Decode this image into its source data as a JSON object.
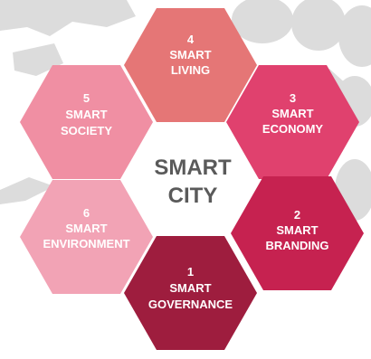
{
  "center": {
    "line1": "SMART",
    "line2": "CITY"
  },
  "hexagons": [
    {
      "number": "4",
      "line1": "SMART",
      "line2": "LIVING",
      "color": "#e57676"
    },
    {
      "number": "3",
      "line1": "SMART",
      "line2": "ECONOMY",
      "color": "#e0416e"
    },
    {
      "number": "2",
      "line1": "SMART",
      "line2": "BRANDING",
      "color": "#c62250"
    },
    {
      "number": "1",
      "line1": "SMART",
      "line2": "GOVERNANCE",
      "color": "#9e1d3e"
    },
    {
      "number": "6",
      "line1": "SMART",
      "line2": "ENVIRONMENT",
      "color": "#f2a3b5"
    },
    {
      "number": "5",
      "line1": "SMART",
      "line2": "SOCIETY",
      "color": "#f08fa3"
    }
  ],
  "colors": {
    "map_background": "#dcdcdc",
    "center_fill": "#ffffff",
    "center_text": "#5a5a5a"
  }
}
